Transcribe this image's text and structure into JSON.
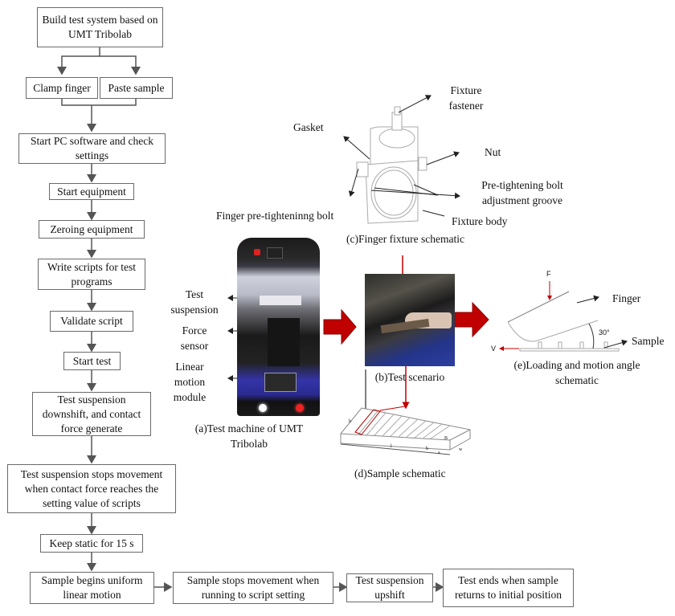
{
  "flowchart": {
    "steps": [
      {
        "id": "build",
        "text": "Build test system based on UMT Tribolab"
      },
      {
        "id": "clamp",
        "text": "Clamp finger"
      },
      {
        "id": "paste",
        "text": "Paste sample"
      },
      {
        "id": "start_pc",
        "text": "Start PC software and check settings"
      },
      {
        "id": "start_equipment",
        "text": "Start equipment"
      },
      {
        "id": "zeroing",
        "text": "Zeroing equipment"
      },
      {
        "id": "write_scripts",
        "text": "Write scripts for test programs"
      },
      {
        "id": "validate",
        "text": "Validate script"
      },
      {
        "id": "start_test",
        "text": "Start test"
      },
      {
        "id": "downshift",
        "text": "Test suspension downshift, and contact force generate"
      },
      {
        "id": "stops",
        "text": "Test suspension stops movement when contact force reaches the setting value of scripts"
      },
      {
        "id": "static",
        "text": "Keep static for 15 s"
      },
      {
        "id": "uniform",
        "text": "Sample begins uniform linear motion"
      },
      {
        "id": "sample_stops",
        "text": "Sample stops movement when running to script setting"
      },
      {
        "id": "upshift",
        "text": "Test suspension upshift"
      },
      {
        "id": "ends",
        "text": "Test ends when sample returns to initial position"
      }
    ]
  },
  "panel_a": {
    "caption": "(a)Test machine of UMT Tribolab",
    "labels": [
      "Test suspension",
      "Force sensor",
      "Linear motion module"
    ]
  },
  "panel_b": {
    "caption": "(b)Test scenario"
  },
  "panel_c": {
    "caption": "(c)Finger fixture schematic",
    "labels": {
      "fastener": "Fixture fastener",
      "gasket": "Gasket",
      "nut": "Nut",
      "groove": "Pre-tightening bolt adjustment groove",
      "bolt": "Finger pre-tighteninng bolt",
      "body": "Fixture body"
    }
  },
  "panel_d": {
    "caption": "(d)Sample schematic",
    "dims": [
      "h",
      "l",
      "B",
      "b",
      "a",
      "w"
    ]
  },
  "panel_e": {
    "caption": "(e)Loading and motion angle schematic",
    "labels": {
      "force": "F",
      "velocity": "V",
      "angle": "30°",
      "finger": "Finger",
      "sample": "Sample"
    }
  },
  "colors": {
    "arrow_red": "#c00000",
    "line": "#555555",
    "box_border": "#6a6a6a"
  }
}
